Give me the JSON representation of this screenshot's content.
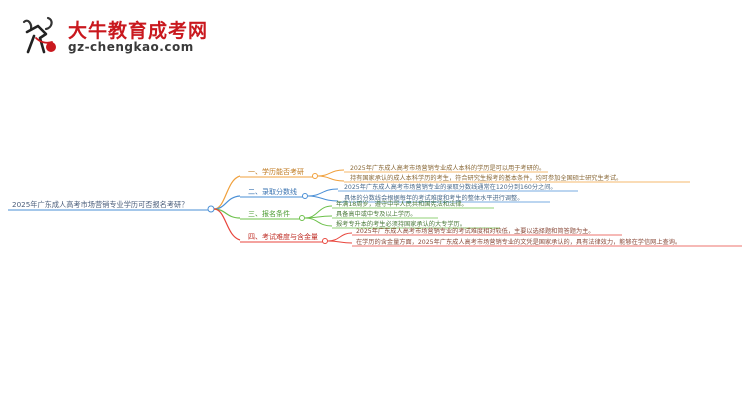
{
  "brand": {
    "name": "大牛教育成考网",
    "url": "gz-chengkao.com"
  },
  "root": {
    "text": "2025年广东成人高考市场营销专业学历可否报名考研？"
  },
  "branches": [
    {
      "label": "一、学历能否考研",
      "color": "#f0a03c",
      "leaves": [
        "2025年广东成人高考市场营销专业成人本科的学历是可以用于考研的。",
        "持有国家承认的成人本科学历的考生，符合研究生报考的基本条件，均可参加全国硕士研究生考试。"
      ]
    },
    {
      "label": "二、录取分数线",
      "color": "#4a8fd6",
      "leaves": [
        "2025年广东成人高考市场营销专业的录取分数线通常在120分到160分之间。",
        "具体的分数线会根据每年的考试难度和考生的整体水平进行调整。"
      ]
    },
    {
      "label": "三、报名条件",
      "color": "#6cc04a",
      "leaves": [
        "年满18周岁，遵守中华人民共和国宪法和法律。",
        "具备高中或中专及以上学历。",
        "报考专升本的考生必须持国家承认的大专学历。"
      ]
    },
    {
      "label": "四、考试难度与含金量",
      "color": "#e8453c",
      "leaves": [
        "2025年广东成人高考市场营销专业的考试难度相对较低，主要以选择题和简答题为主。",
        "在学历的含金量方面，2025年广东成人高考市场营销专业的文凭是国家承认的，具有法律效力，能够在学信网上查询。"
      ]
    }
  ]
}
